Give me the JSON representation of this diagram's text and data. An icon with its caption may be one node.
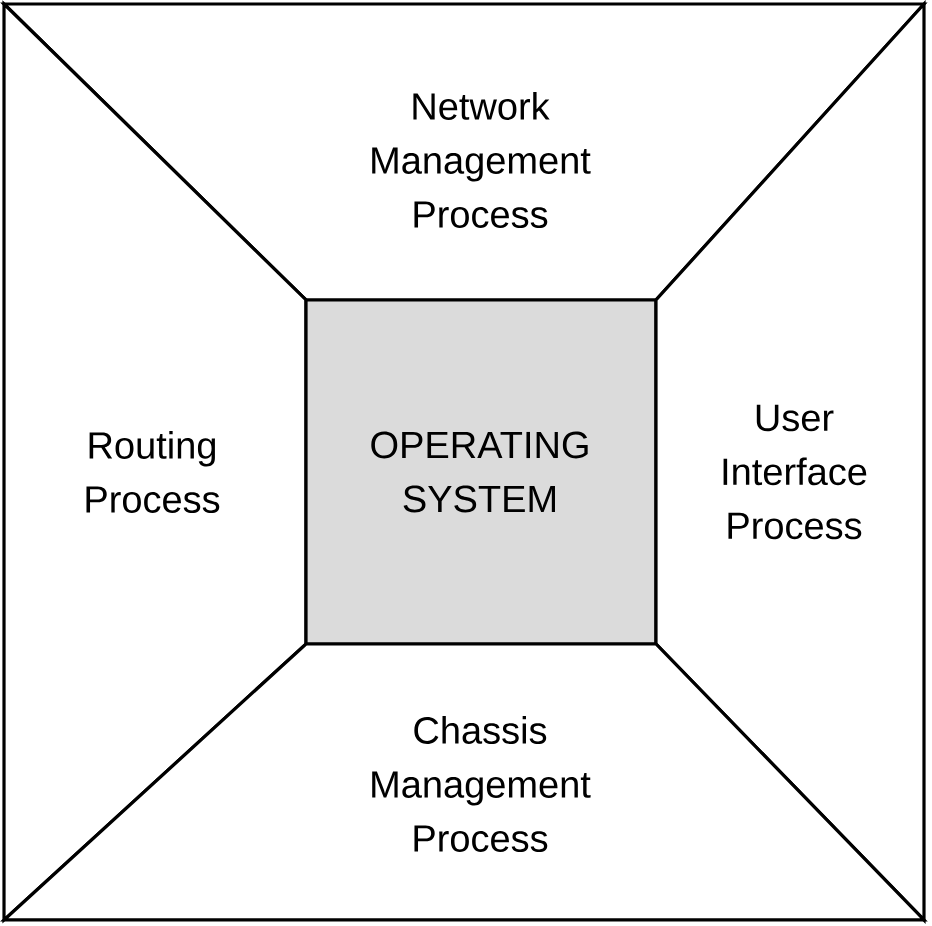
{
  "diagram": {
    "nodes": [
      {
        "text": [
          "Network Management Process"
        ]
      },
      {
        "text": [
          "Routing Process"
        ]
      },
      {
        "text": [
          "OPERATING SYSTEM"
        ]
      },
      {
        "text": [
          "User Interface Process"
        ]
      },
      {
        "text": [
          "Chassis Management Process"
        ]
      }
    ]
  }
}
